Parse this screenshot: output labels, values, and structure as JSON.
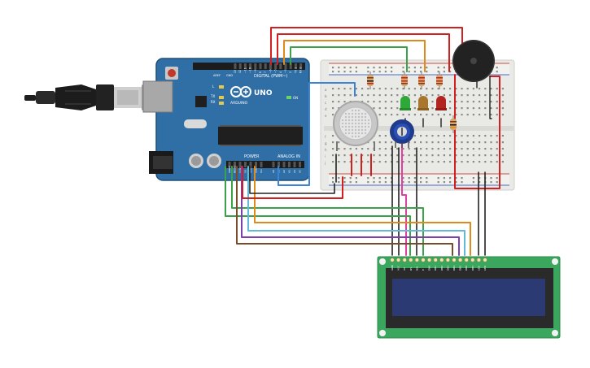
{
  "arduino": {
    "brand": "ARDUINO",
    "model": "UNO",
    "header_digital": "DIGITAL (PWM~)",
    "header_power": "POWER",
    "header_analog": "ANALOG IN",
    "label_aref": "AREF",
    "label_gnd": "GND",
    "label_tx": "TX",
    "label_rx": "RX",
    "label_l": "L",
    "label_on": "ON",
    "digital_pins": [
      "13",
      "12",
      "~11",
      "~10",
      "~9",
      "8",
      "7",
      "~6",
      "~5",
      "4",
      "~3",
      "2",
      "TX 1",
      "RX 0"
    ],
    "power_pins": [
      "IOREF",
      "RESET",
      "3.3V",
      "5V",
      "GND",
      "GND",
      "Vin"
    ],
    "analog_pins": [
      "A0",
      "A1",
      "A2",
      "A3",
      "A4",
      "A5"
    ]
  },
  "breadboard": {
    "row_letters": [
      "a",
      "b",
      "c",
      "d",
      "e",
      "f",
      "g",
      "h",
      "i",
      "j"
    ]
  },
  "lcd": {
    "pin_labels": [
      "GND",
      "VCC",
      "V0",
      "RS",
      "RW",
      "E",
      "DB0",
      "DB1",
      "DB2",
      "DB3",
      "DB4",
      "DB5",
      "DB6",
      "DB7",
      "LED",
      "LED"
    ]
  },
  "colors": {
    "arduino_board": "#2f6fa6",
    "breadboard": "#e9e9e6",
    "lcd_pcb": "#3aa65e",
    "lcd_screen": "#2b3a73",
    "wire_red": "#d21f1f",
    "wire_orange": "#e08a1a",
    "wire_green": "#3ba24a",
    "wire_blue": "#3c82d8",
    "wire_cyan": "#62b9d9",
    "wire_purple": "#7b3fb0",
    "wire_brown": "#7a4b2a",
    "wire_pink": "#e23fa5",
    "wire_black": "#222222",
    "led_green": "#2fa83a",
    "led_amber": "#a8762c",
    "led_red": "#b3231f"
  }
}
